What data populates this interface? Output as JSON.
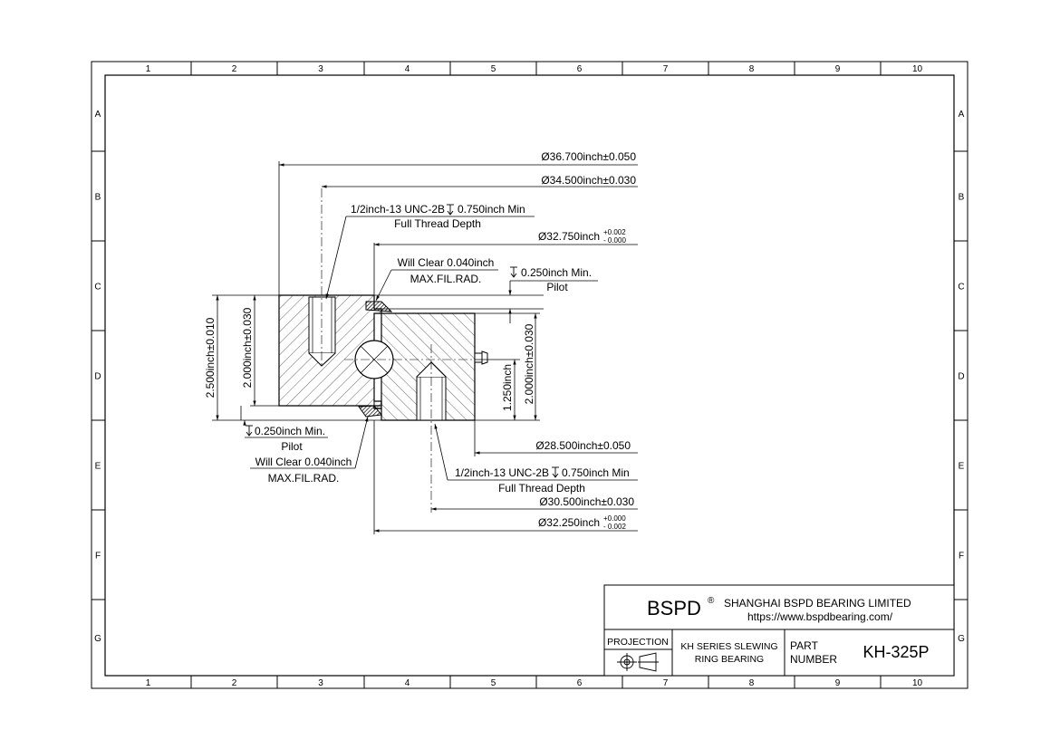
{
  "frame": {
    "col_labels": [
      "1",
      "2",
      "3",
      "4",
      "5",
      "6",
      "7",
      "8",
      "9",
      "10"
    ],
    "row_labels": [
      "A",
      "B",
      "C",
      "D",
      "E",
      "F",
      "G"
    ]
  },
  "dimensions": {
    "od_outer": "Ø36.700inch±0.050",
    "bolt_circle_outer": "Ø34.500inch±0.030",
    "thread_outer_line1": "1/2inch-13 UNC-2B",
    "thread_outer_depth": "0.750inch Min",
    "thread_outer_line2": "Full Thread Depth",
    "dia_32750": "Ø32.750inch",
    "dia_32750_tol_plus": "+0.002",
    "dia_32750_tol_minus": "- 0.000",
    "clear_top_line1": "Will Clear 0.040inch",
    "clear_top_line2": "MAX.FIL.RAD.",
    "pilot_top_value": "0.250inch Min.",
    "pilot_top_label": "Pilot",
    "height_total": "2.500inch±0.010",
    "height_outer_ring": "2.000inch±0.030",
    "height_inner_ring": "2.000inch±0.030",
    "height_inner_step": "1.250inch",
    "pilot_bottom_value": "0.250inch Min.",
    "pilot_bottom_label": "Pilot",
    "clear_bottom_line1": "Will Clear 0.040inch",
    "clear_bottom_line2": "MAX.FIL.RAD.",
    "id_inner": "Ø28.500inch±0.050",
    "thread_inner_line1": "1/2inch-13 UNC-2B",
    "thread_inner_depth": "0.750inch Min",
    "thread_inner_line2": "Full Thread Depth",
    "bolt_circle_inner": "Ø30.500inch±0.030",
    "dia_32250": "Ø32.250inch",
    "dia_32250_tol_plus": "+0.000",
    "dia_32250_tol_minus": "- 0.002"
  },
  "title_block": {
    "brand": "BSPD",
    "registered": "®",
    "company": "SHANGHAI BSPD BEARING LIMITED",
    "url": "https://www.bspdbearing.com/",
    "projection_label": "PROJECTION",
    "series_line1": "KH SERIES SLEWING",
    "series_line2": "RING BEARING",
    "part_label_line1": "PART",
    "part_label_line2": "NUMBER",
    "part_number": "KH-325P"
  }
}
